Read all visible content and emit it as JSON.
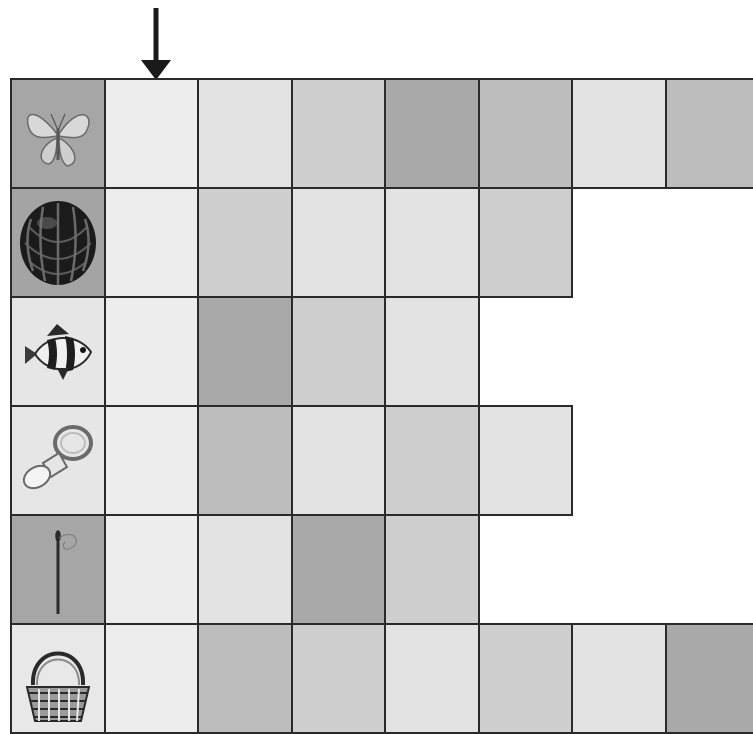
{
  "palette": {
    "grid_line": "#2a2a2a",
    "arrow": "#1a1a1a",
    "shades": {
      "1": "#ededed",
      "2": "#e3e3e3",
      "3": "#cfcfcf",
      "4": "#bdbdbd",
      "5": "#a9a9a9"
    }
  },
  "column_marker": {
    "icon": "down-arrow-icon",
    "column": 1
  },
  "rows": [
    {
      "icon": "butterfly-icon",
      "icon_bg": "#a6a6a6",
      "cells": [
        1,
        2,
        3,
        5,
        4,
        2,
        4
      ]
    },
    {
      "icon": "watermelon-icon",
      "icon_bg": "#a4a4a4",
      "cells": [
        1,
        3,
        2,
        2,
        3
      ]
    },
    {
      "icon": "fish-icon",
      "icon_bg": "#e6e6e6",
      "cells": [
        1,
        5,
        3,
        2
      ]
    },
    {
      "icon": "pacifier-icon",
      "icon_bg": "#e6e6e6",
      "cells": [
        1,
        4,
        2,
        3,
        2
      ]
    },
    {
      "icon": "needle-icon",
      "icon_bg": "#a6a6a6",
      "cells": [
        1,
        2,
        5,
        3
      ]
    },
    {
      "icon": "basket-icon",
      "icon_bg": "#e8e8e8",
      "cells": [
        1,
        4,
        3,
        2,
        3,
        2,
        5
      ]
    }
  ]
}
